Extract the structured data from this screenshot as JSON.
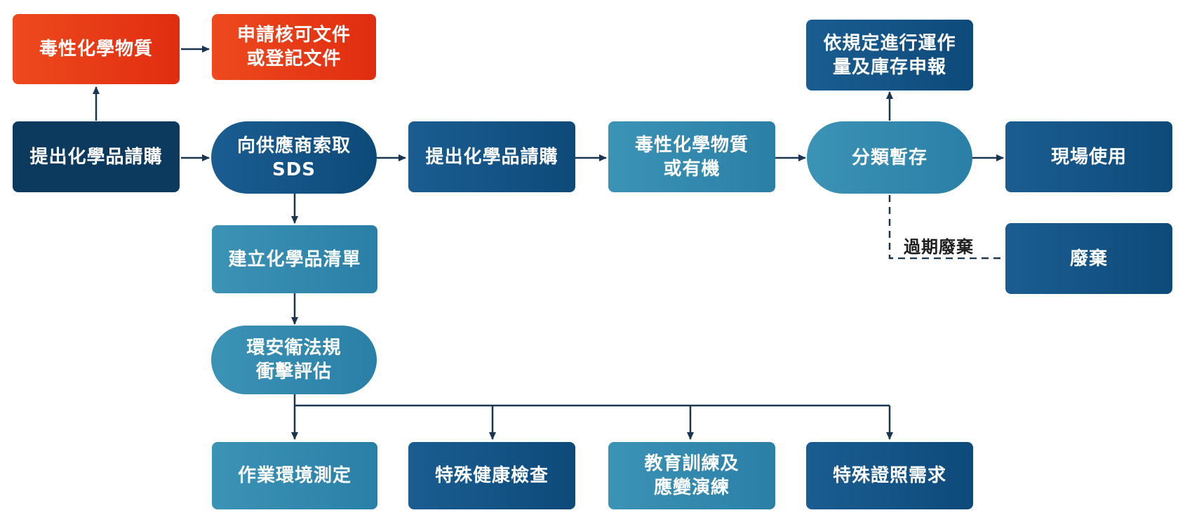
{
  "nodes": {
    "toxic_top": "毒性化學物質",
    "permit_line1": "申請核可文件",
    "permit_line2": "或登記文件",
    "request_left": "提出化學品請購",
    "sds_line1": "向供應商索取",
    "sds_line2": "SDS",
    "request_mid": "提出化學品請購",
    "toxic_mid_line1": "毒性化學物質",
    "toxic_mid_line2": "或有機",
    "storage": "分類暫存",
    "report_line1": "依規定進行運作",
    "report_line2": "量及庫存申報",
    "onsite_use": "現場使用",
    "disposal": "廢棄",
    "build_list": "建立化學品清單",
    "eval_line1": "環安衛法規",
    "eval_line2": "衝擊評估",
    "env_measure": "作業環境測定",
    "health_check": "特殊健康檢查",
    "training_line1": "教育訓練及",
    "training_line2": "應變演練",
    "license": "特殊證照需求"
  },
  "edge_labels": {
    "expired": "過期廢棄"
  },
  "colors": {
    "red": "#e8391a",
    "navy": "#0c3a5e",
    "blue": "#0f4c7e",
    "teal": "#2f87ad",
    "connector": "#1a3550"
  }
}
